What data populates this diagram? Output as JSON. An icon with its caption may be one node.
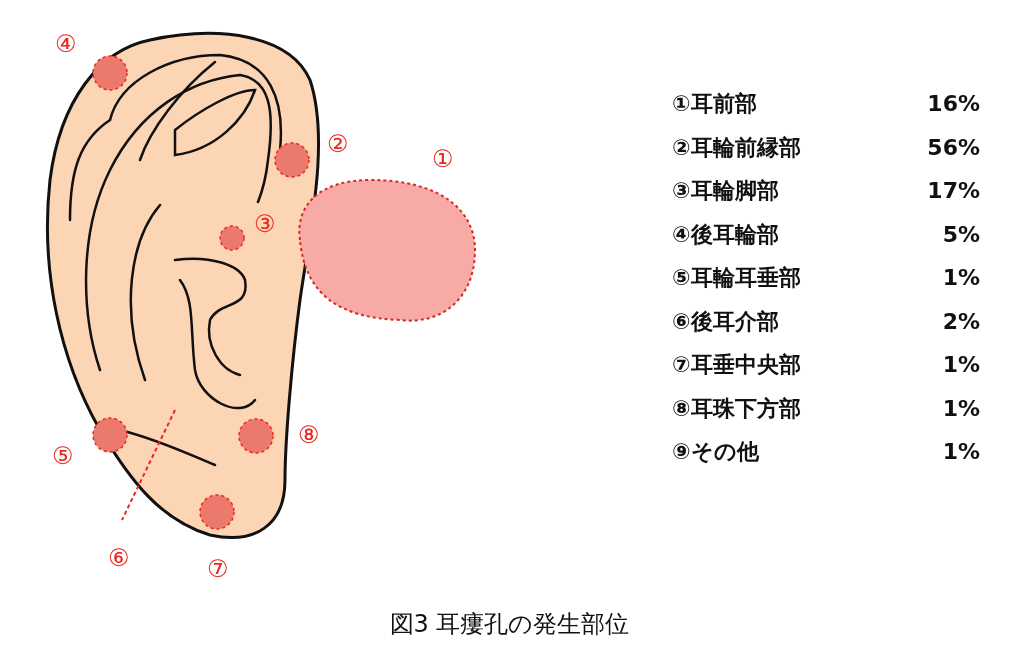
{
  "diagram": {
    "caption": "図3 耳瘻孔の発生部位",
    "labels": [
      "④",
      "②",
      "①",
      "③",
      "⑧",
      "⑤",
      "⑥",
      "⑦",
      "①耳前部",
      "16%",
      "②耳輪前縁部",
      "56%",
      "③耳輪脚部",
      "17%",
      "④後耳輪部",
      "5%",
      "⑤耳輪耳垂部",
      "1%",
      "⑥後耳介部",
      "2%",
      "⑦耳垂中央部",
      "1%",
      "⑧耳珠下方部",
      "1%",
      "⑨その他",
      "1%"
    ]
  }
}
